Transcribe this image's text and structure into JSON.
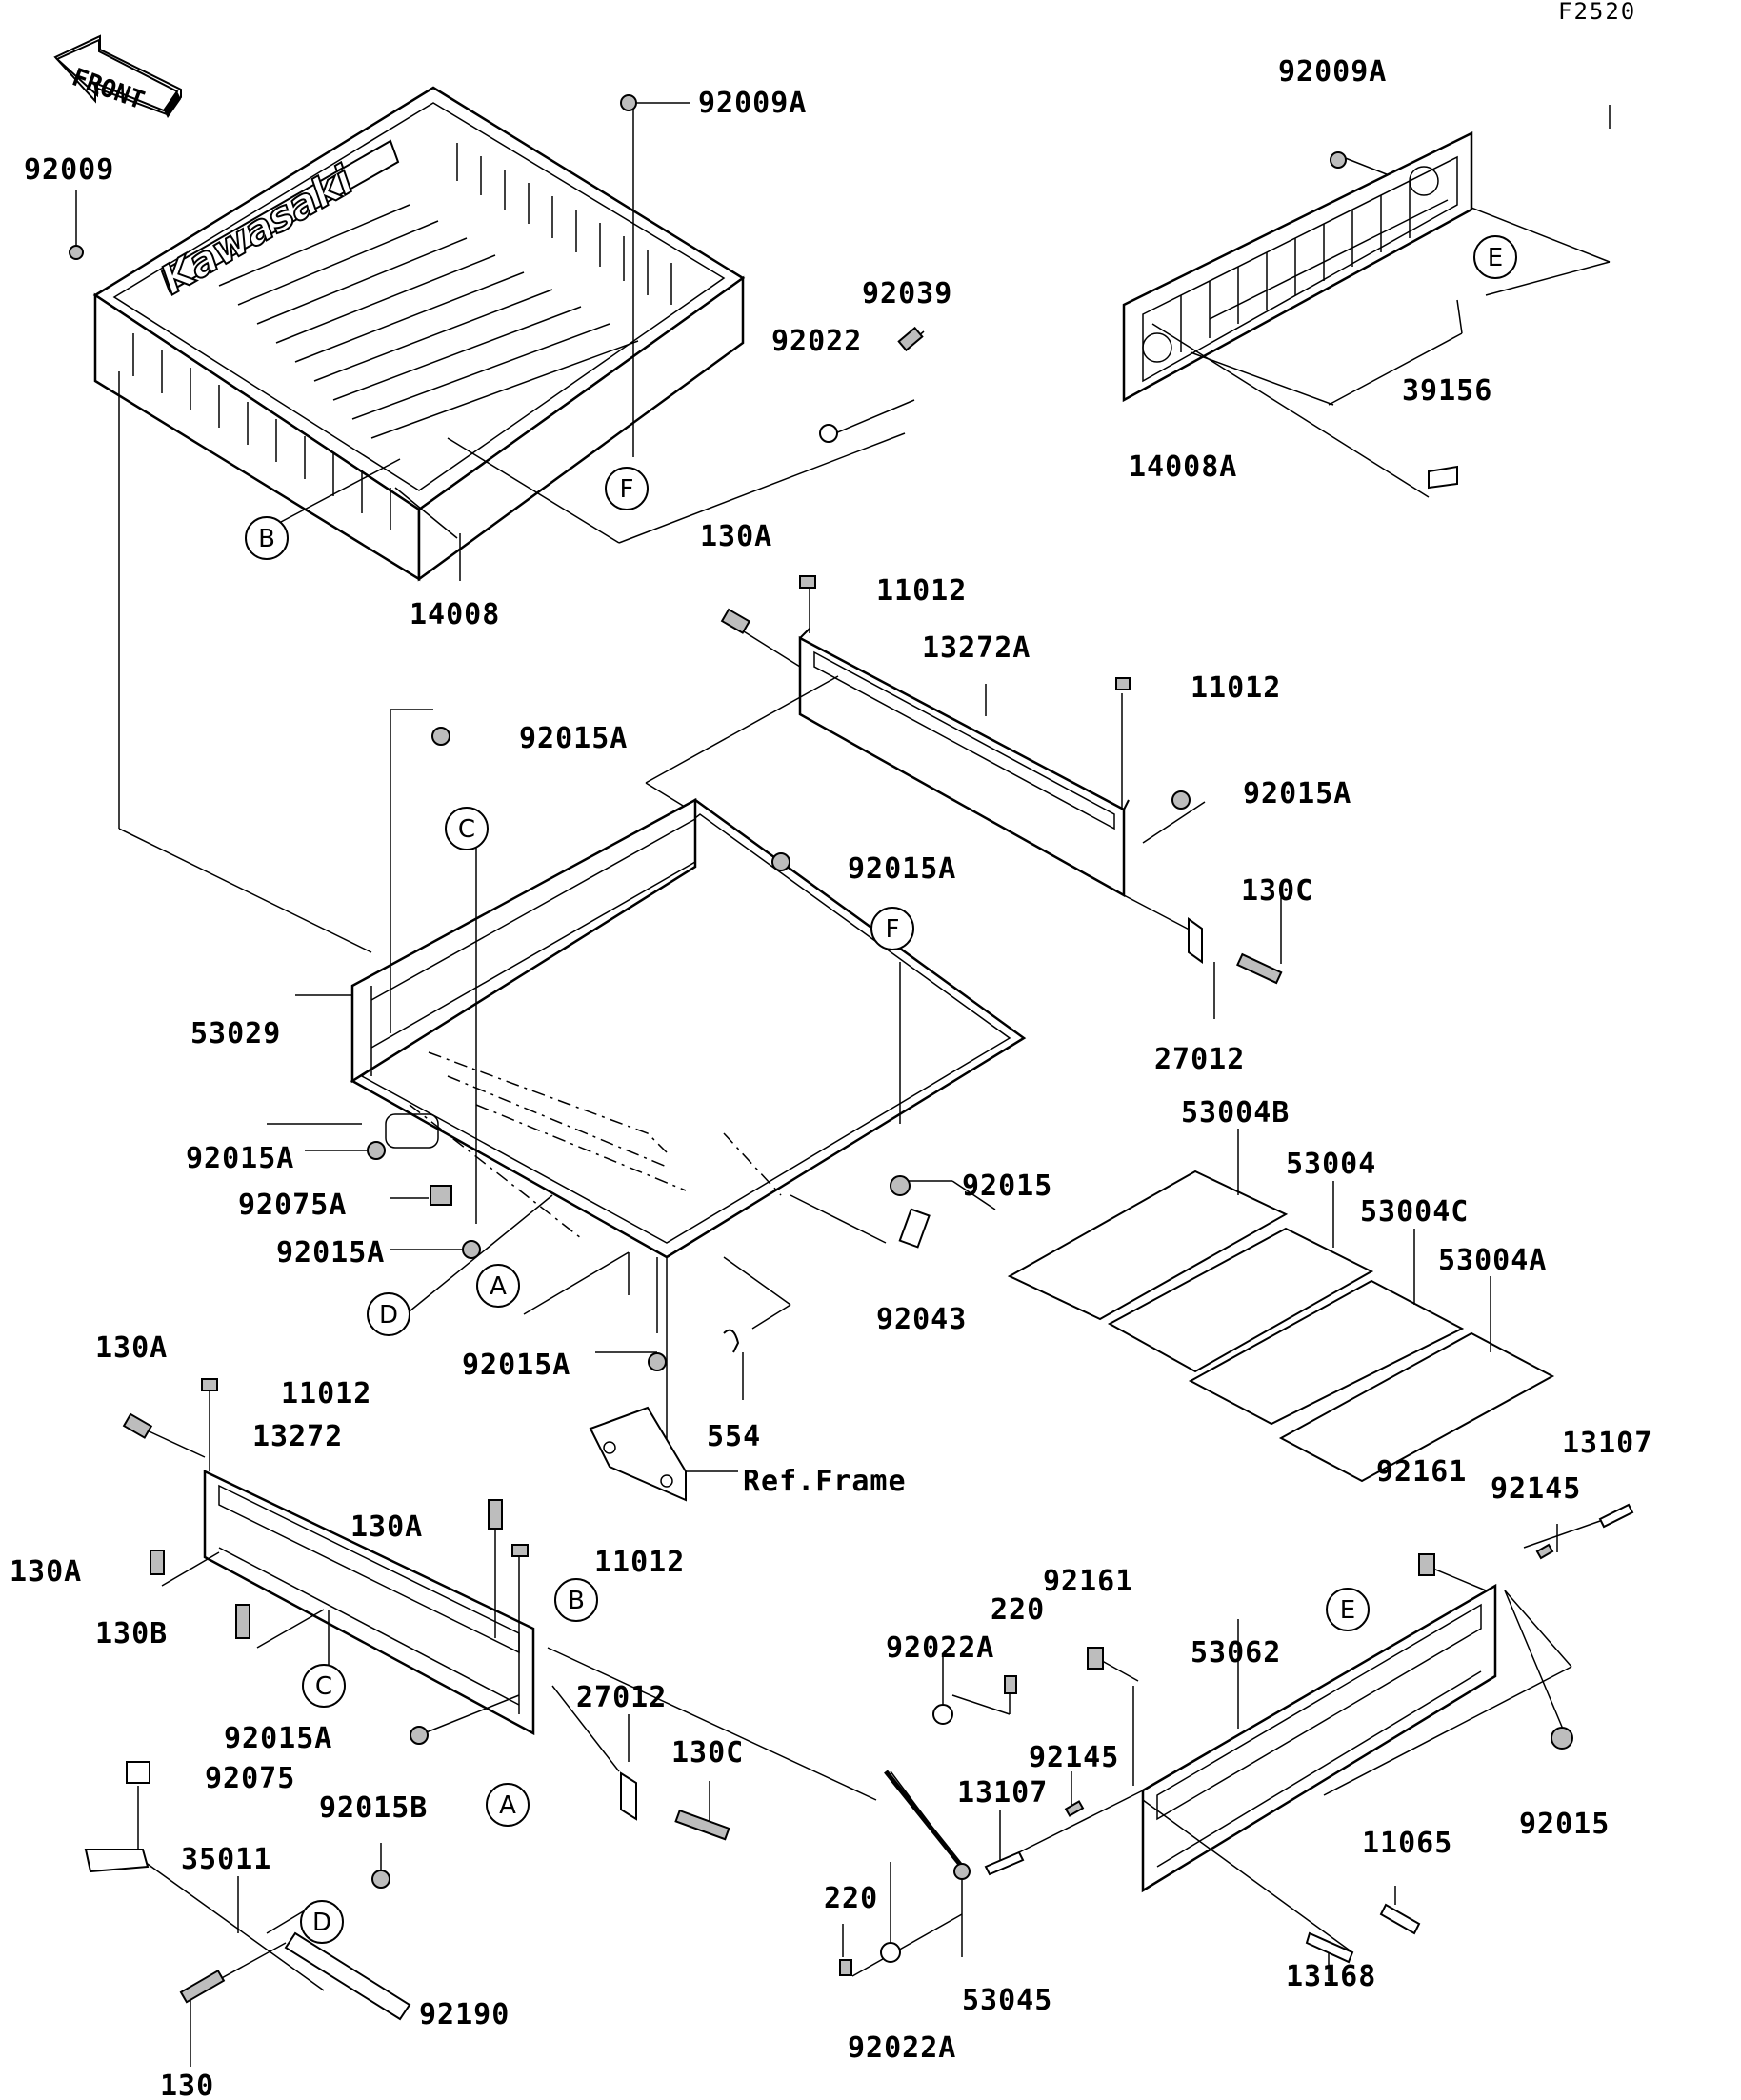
{
  "diagram_code": "F2520",
  "direction_label": "FRONT",
  "brand_logo_text": "Kawasaki",
  "part_labels": {
    "p92009": "92009",
    "p92009A_top": "92009A",
    "p92009A_right": "92009A",
    "p92039": "92039",
    "p92022": "92022",
    "p39156": "39156",
    "p14008A": "14008A",
    "p14008": "14008",
    "p130A_top": "130A",
    "p11012_a": "11012",
    "p13272A": "13272A",
    "p11012_b": "11012",
    "p92015A_1": "92015A",
    "p92015A_2": "92015A",
    "p92015A_3": "92015A",
    "p130C_top": "130C",
    "p53029": "53029",
    "p27012_top": "27012",
    "p53004B": "53004B",
    "p53004": "53004",
    "p53004C": "53004C",
    "p53004A": "53004A",
    "p92015A_4": "92015A",
    "p92015_mid": "92015",
    "p92075A": "92075A",
    "p92015A_5": "92015A",
    "p92043": "92043",
    "p92015A_6": "92015A",
    "p554": "554",
    "p130A_left": "130A",
    "p11012_c": "11012",
    "p13272": "13272",
    "p130A_mid": "130A",
    "p11012_d": "11012",
    "p130A_far": "130A",
    "p130B": "130B",
    "p92015A_7": "92015A",
    "p27012_bot": "27012",
    "p130C_bot": "130C",
    "p92075": "92075",
    "p92015B": "92015B",
    "p35011": "35011",
    "p130": "130",
    "p92190": "92190",
    "ref_frame": "Ref.Frame",
    "p92161_a": "92161",
    "p92145_a": "92145",
    "p13107_a": "13107",
    "p92161_b": "92161",
    "p220_a": "220",
    "p92022A_a": "92022A",
    "p53062": "53062",
    "p92015_right": "92015",
    "p92145_b": "92145",
    "p13107_b": "13107",
    "p11065": "11065",
    "p220_b": "220",
    "p13168": "13168",
    "p53045": "53045",
    "p92022A_b": "92022A"
  },
  "callouts": {
    "A": "A",
    "B": "B",
    "C": "C",
    "D": "D",
    "E": "E",
    "F": "F"
  }
}
